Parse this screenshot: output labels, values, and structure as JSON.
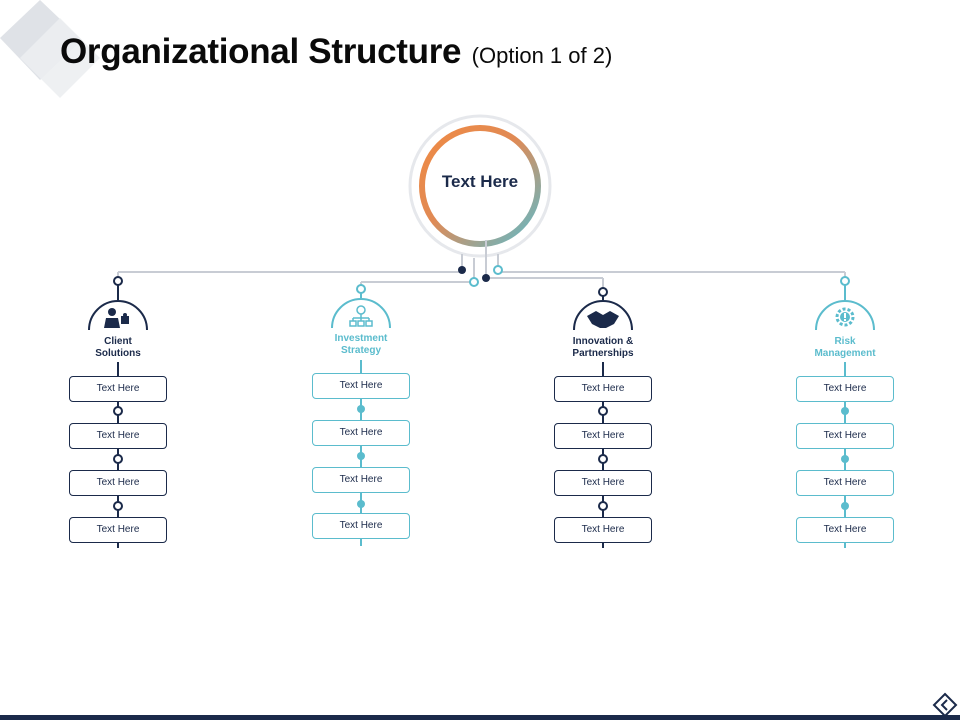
{
  "title": {
    "main": "Organizational Structure",
    "sub": "(Option 1 of 2)"
  },
  "center": {
    "label": "Text Here"
  },
  "colors": {
    "dark": "#1b2a4a",
    "teal": "#5bbccd",
    "ring_start": "#f08a43",
    "ring_end": "#5bbccd",
    "line": "#c8ccd4"
  },
  "categories": [
    {
      "label_line1": "Client",
      "label_line2": "Solutions",
      "icon": "businessman-puzzle-icon",
      "theme": "dark",
      "items": [
        "Text Here",
        "Text Here",
        "Text Here",
        "Text Here"
      ]
    },
    {
      "label_line1": "Investment",
      "label_line2": "Strategy",
      "icon": "dollar-hierarchy-icon",
      "theme": "teal",
      "items": [
        "Text Here",
        "Text Here",
        "Text Here",
        "Text Here"
      ]
    },
    {
      "label_line1": "Innovation &",
      "label_line2": "Partnerships",
      "icon": "handshake-icon",
      "theme": "dark",
      "items": [
        "Text Here",
        "Text Here",
        "Text Here",
        "Text Here"
      ]
    },
    {
      "label_line1": "Risk",
      "label_line2": "Management",
      "icon": "gear-alert-icon",
      "theme": "teal",
      "items": [
        "Text Here",
        "Text Here",
        "Text Here",
        "Text Here"
      ]
    }
  ]
}
